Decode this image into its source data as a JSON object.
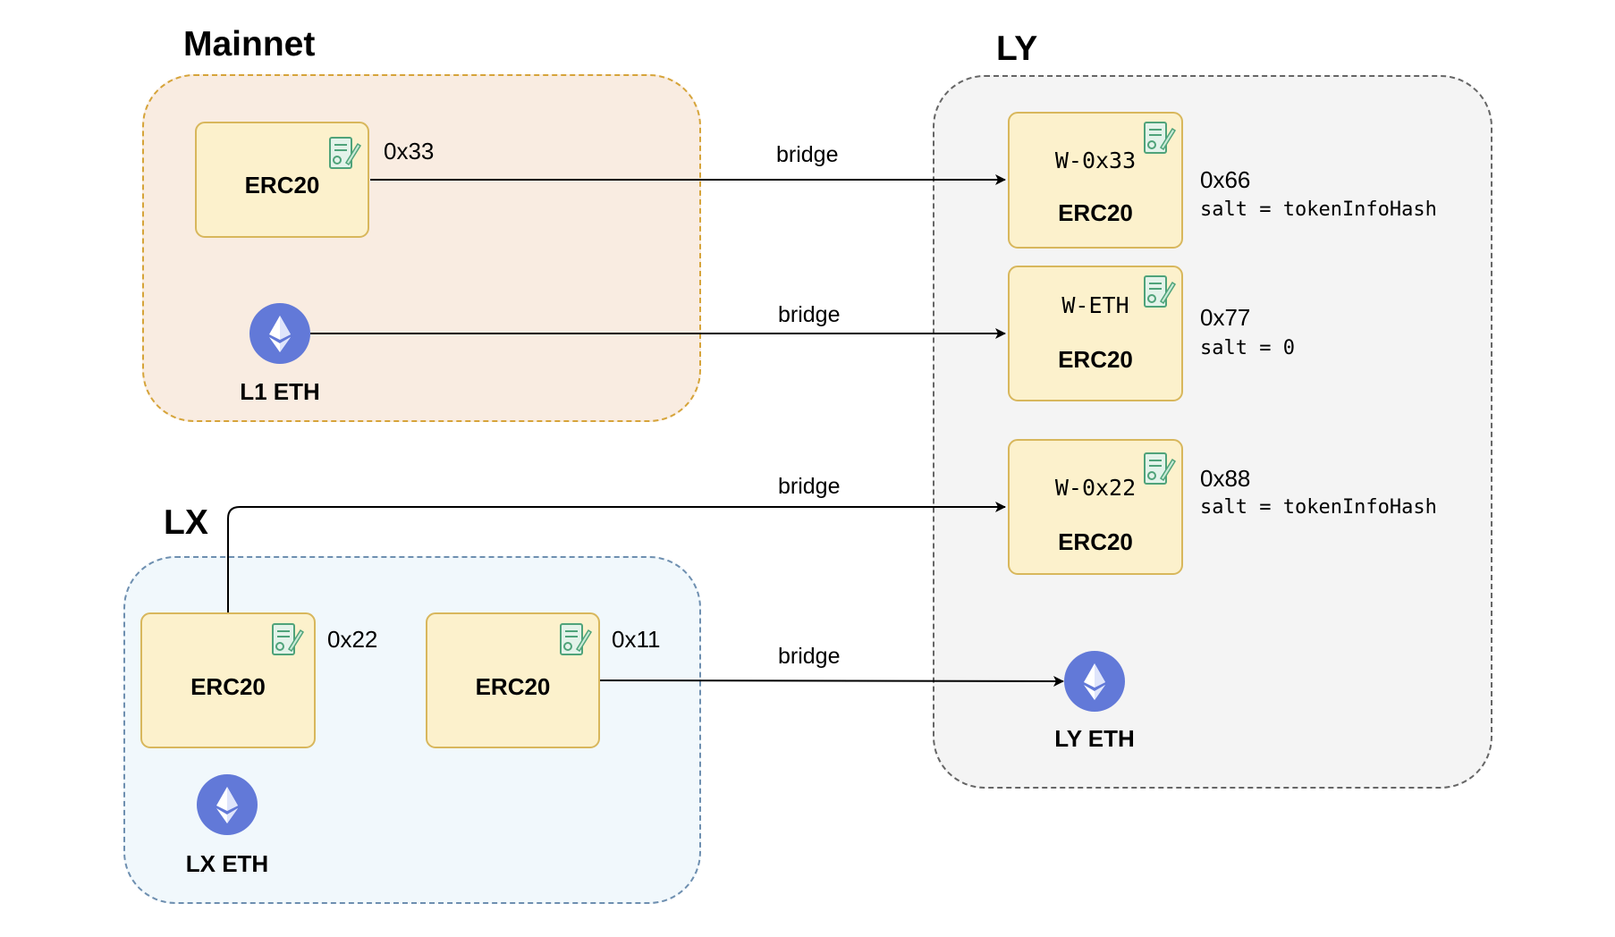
{
  "regions": {
    "mainnet": {
      "title": "Mainnet"
    },
    "lx": {
      "title": "LX"
    },
    "ly": {
      "title": "LY"
    }
  },
  "mainnet": {
    "erc20": {
      "label": "ERC20",
      "address": "0x33"
    },
    "eth": {
      "label": "L1 ETH"
    }
  },
  "lx": {
    "erc20_a": {
      "label": "ERC20",
      "address": "0x22"
    },
    "erc20_b": {
      "label": "ERC20",
      "address": "0x11"
    },
    "eth": {
      "label": "LX ETH"
    }
  },
  "ly": {
    "w33": {
      "name": "W-0x33",
      "label": "ERC20",
      "address": "0x66",
      "salt": "salt = tokenInfoHash"
    },
    "weth": {
      "name": "W-ETH",
      "label": "ERC20",
      "address": "0x77",
      "salt": "salt = 0"
    },
    "w22": {
      "name": "W-0x22",
      "label": "ERC20",
      "address": "0x88",
      "salt": "salt = tokenInfoHash"
    },
    "eth": {
      "label": "LY ETH"
    }
  },
  "edges": [
    {
      "label": "bridge"
    },
    {
      "label": "bridge"
    },
    {
      "label": "bridge"
    },
    {
      "label": "bridge"
    }
  ],
  "icons": {
    "contract": "contract-certificate-icon",
    "eth": "ethereum-icon"
  },
  "colors": {
    "mainnet_fill": "#f9ece1",
    "mainnet_border": "#d6a43a",
    "lx_fill": "#f1f8fc",
    "lx_border": "#6e8fb0",
    "ly_fill": "#f4f4f4",
    "ly_border": "#666666",
    "token_fill": "#fcf1cc",
    "token_border": "#d8b75c",
    "eth_circle": "#6279d8"
  }
}
